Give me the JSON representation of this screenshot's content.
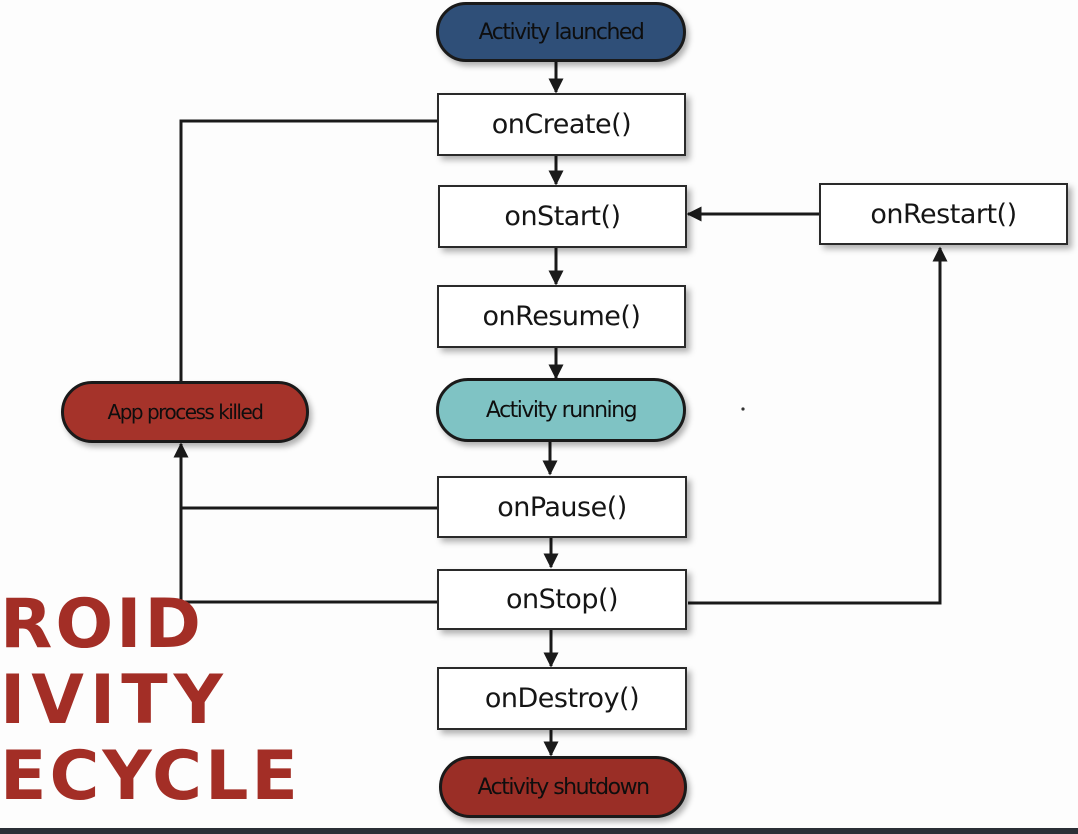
{
  "diagram": {
    "states": {
      "activity_launched": "Activity launched",
      "activity_running": "Activity running",
      "activity_shutdown": "Activity shutdown",
      "app_process_killed": "App process killed"
    },
    "callbacks": {
      "on_create": "onCreate()",
      "on_start": "onStart()",
      "on_restart": "onRestart()",
      "on_resume": "onResume()",
      "on_pause": "onPause()",
      "on_stop": "onStop()",
      "on_destroy": "onDestroy()"
    },
    "title_fragments": [
      "ROID",
      "IVITY",
      "ECYCLE"
    ]
  },
  "colors": {
    "launched_fill": "#2f4f78",
    "running_fill": "#7fc3c4",
    "shutdown_fill": "#9a2e26",
    "killed_fill": "#a5332a",
    "title_text": "#a32e26"
  }
}
